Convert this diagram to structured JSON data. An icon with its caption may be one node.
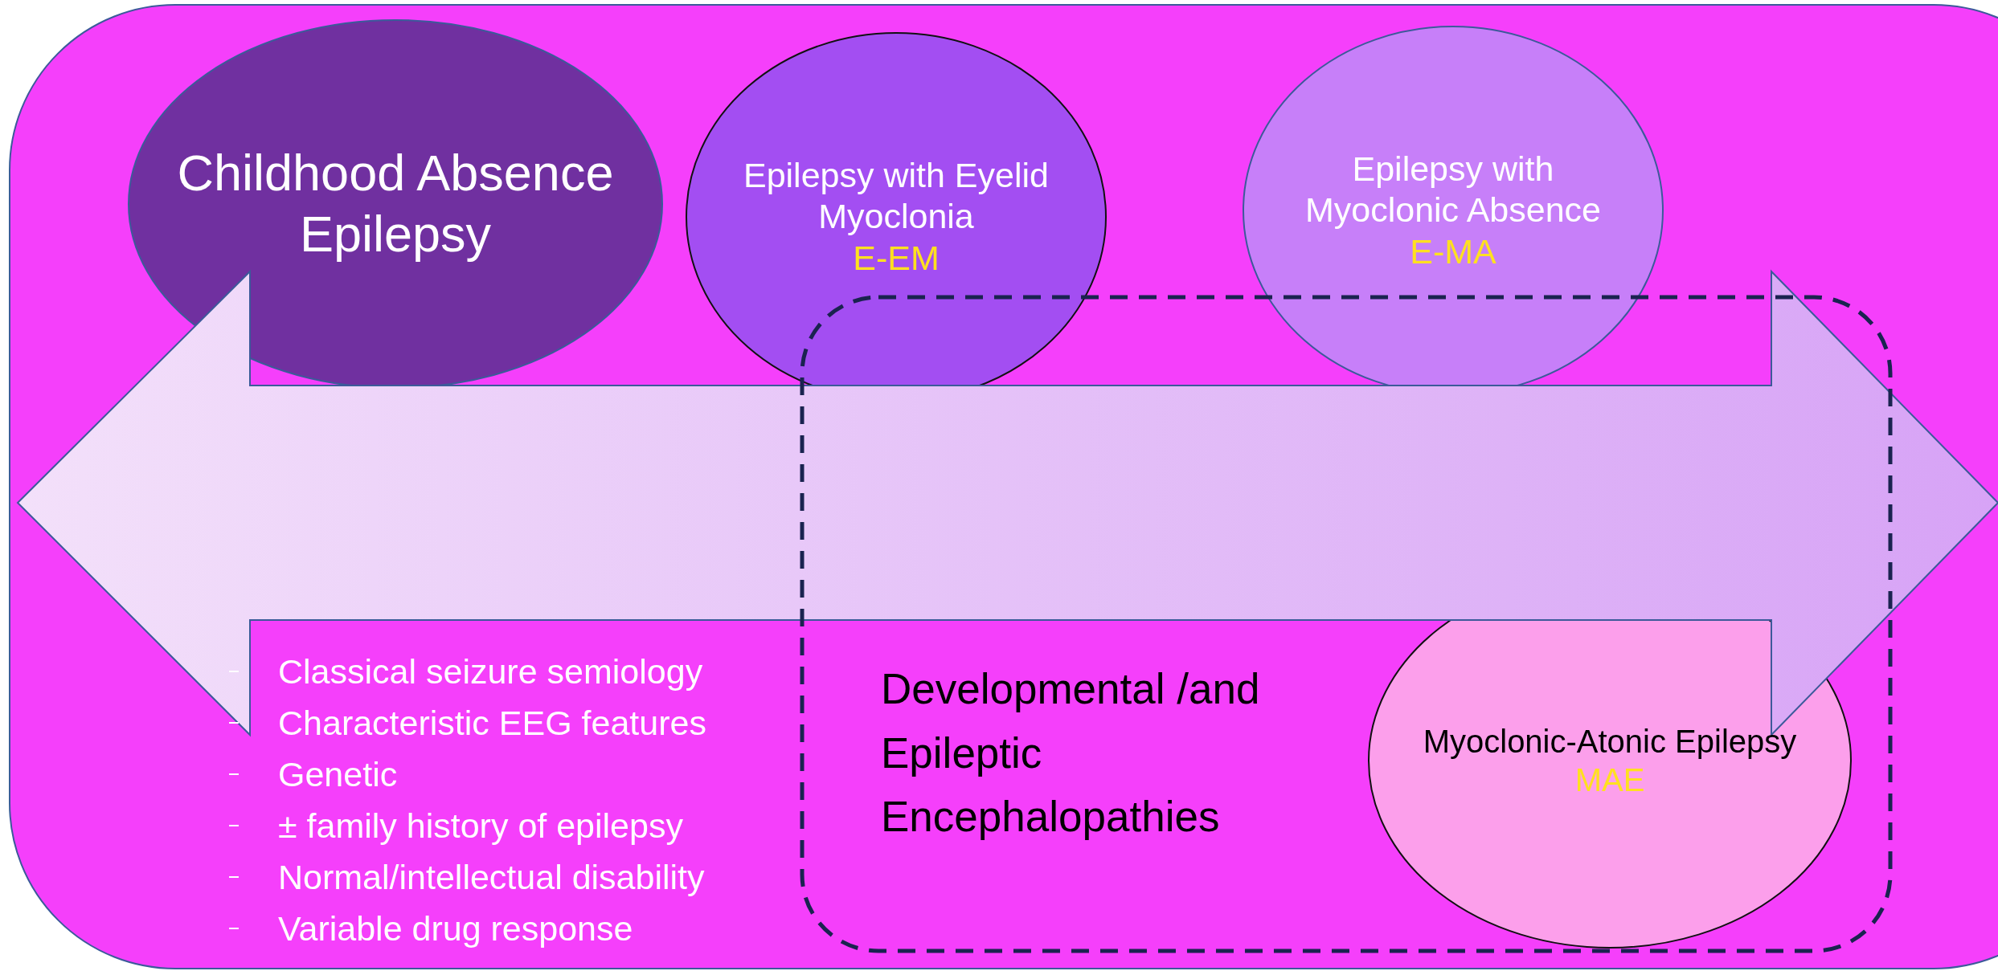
{
  "diagram": {
    "nodes": [
      {
        "text": [
          "Childhood Absence Epilepsy"
        ]
      },
      {
        "text": [
          "Epilepsy with Eyelid Myoclonia",
          "E-EM"
        ]
      },
      {
        "text": [
          "Epilepsy with Myoclonic Absence",
          "E-MA"
        ]
      },
      {
        "text": [
          "Developmental /and Epileptic Encephalopathies"
        ]
      },
      {
        "text": [
          "Myoclonic-Atonic Epilepsy",
          "MAE"
        ],
        "in": 3
      }
    ],
    "labels": [
      "Classical seizure semiology",
      "Characteristic EEG features",
      "Genetic",
      "± family history of epilepsy",
      "Normal/intellectual disability",
      "Variable drug response"
    ]
  }
}
